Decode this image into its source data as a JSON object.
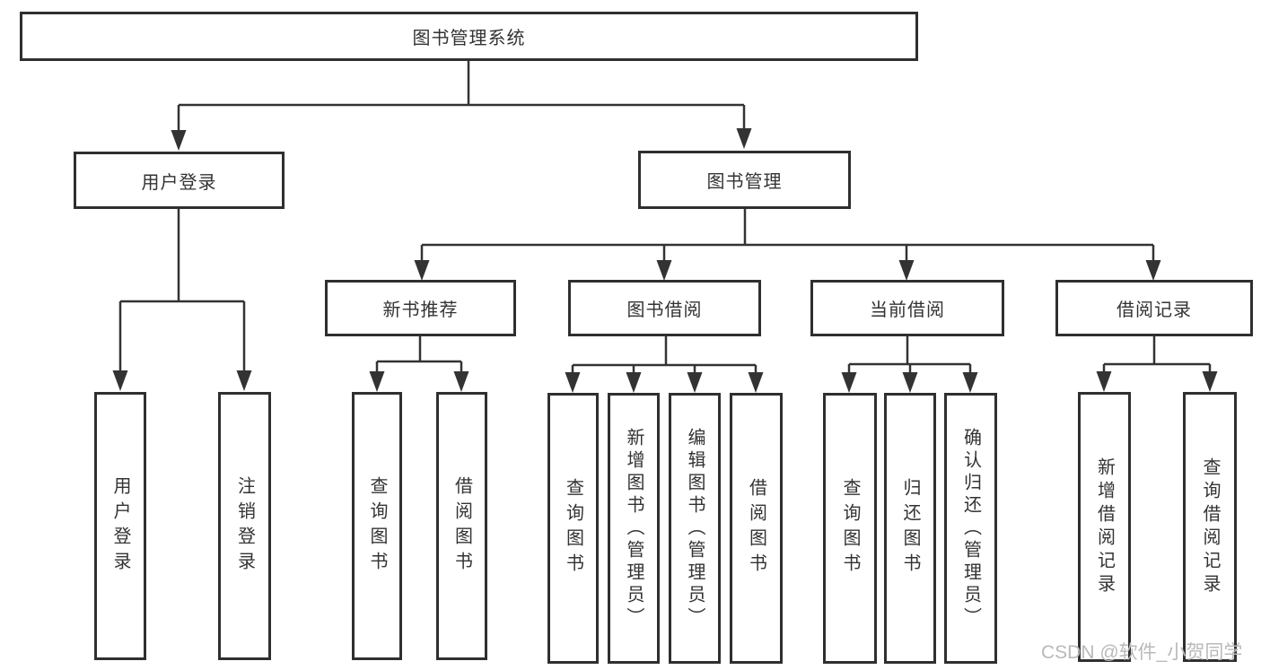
{
  "diagram": {
    "title": "图书管理系统",
    "root": {
      "label": "图书管理系统"
    },
    "branches": [
      {
        "label": "用户登录",
        "children": [
          {
            "label": "用户登录"
          },
          {
            "label": "注销登录"
          }
        ]
      },
      {
        "label": "图书管理",
        "children": [
          {
            "label": "新书推荐",
            "children": [
              {
                "label": "查询图书"
              },
              {
                "label": "借阅图书"
              }
            ]
          },
          {
            "label": "图书借阅",
            "children": [
              {
                "label": "查询图书"
              },
              {
                "label": "新增图书（管理员）"
              },
              {
                "label": "编辑图书（管理员）"
              },
              {
                "label": "借阅图书"
              }
            ]
          },
          {
            "label": "当前借阅",
            "children": [
              {
                "label": "查询图书"
              },
              {
                "label": "归还图书"
              },
              {
                "label": "确认归还（管理员）"
              }
            ]
          },
          {
            "label": "借阅记录",
            "children": [
              {
                "label": "新增借阅记录"
              },
              {
                "label": "查询借阅记录"
              }
            ]
          }
        ]
      }
    ],
    "watermark": "CSDN @软件_小贺同学",
    "colors": {
      "line": "#333333",
      "box_border": "#2f2f2f",
      "text": "#333333",
      "watermark": "#b9b9b9",
      "background": "#ffffff"
    }
  }
}
